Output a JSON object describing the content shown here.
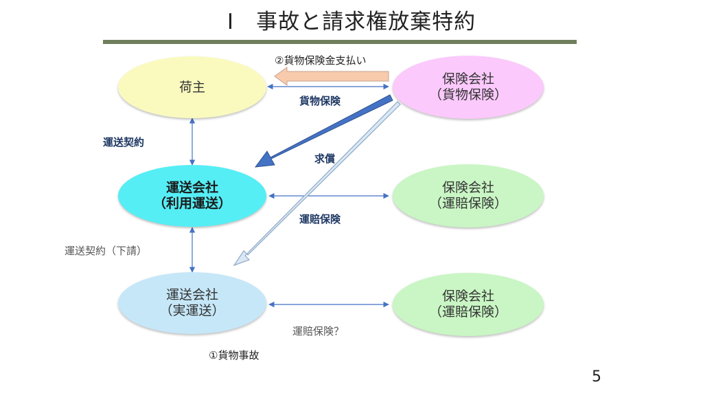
{
  "title": "Ⅰ　事故と請求権放棄特約",
  "page_number": "5",
  "nodes": {
    "shipper": {
      "lines": [
        "荷主"
      ],
      "color": "#fafabf"
    },
    "cargo_insurer": {
      "lines": [
        "保険会社",
        "（貨物保険）"
      ],
      "color": "#fbc9fb"
    },
    "carrier_contract": {
      "lines": [
        "運送会社",
        "（利用運送）"
      ],
      "color": "#55eef5"
    },
    "liability_insurer_1": {
      "lines": [
        "保険会社",
        "（運賠保険）"
      ],
      "color": "#c9f6c4"
    },
    "carrier_actual": {
      "lines": [
        "運送会社",
        "（実運送）"
      ],
      "color": "#c6e7f8"
    },
    "liability_insurer_2": {
      "lines": [
        "保険会社",
        "（運賠保険）"
      ],
      "color": "#c9f6c4"
    }
  },
  "labels": {
    "payment": "②貨物保険金支払い",
    "cargo_insurance": "貨物保険",
    "transport_contract": "運送契約",
    "subrogation": "求償",
    "liability_insurance": "運賠保険",
    "subcontract": "運送契約（下請）",
    "liability_insurance_q": "運賠保険？",
    "accident": "①貨物事故"
  },
  "colors": {
    "title_rule": "#6f7f5d",
    "connector": "#4472c4",
    "subrogation_arrow": "#4472c4",
    "payment_arrow": "#f8cbad",
    "outline_arrow": "#dae8f5"
  }
}
